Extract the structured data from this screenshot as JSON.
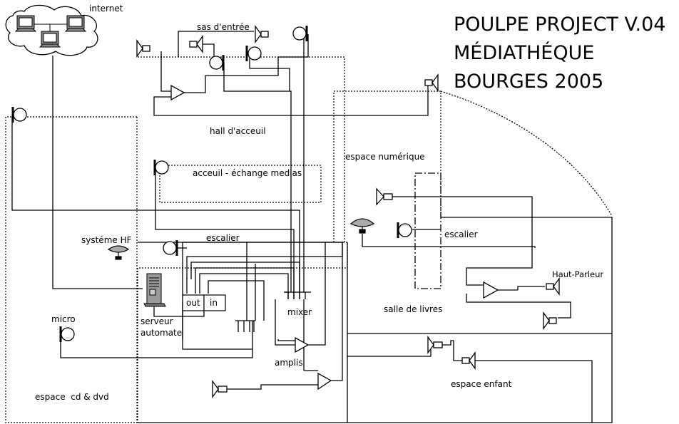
{
  "title": {
    "line1": "POULPE PROJECT V.04",
    "line2": "MÉDIATHÉQUE",
    "line3": "BOURGES 2005"
  },
  "labels": {
    "internet": "internet",
    "sas_entree": "sas d'entrée",
    "hall": "hall d'acceuil",
    "accueil": "acceuil - échange medias",
    "espace_numerique": "espace numérique",
    "escalier_left": "escalier",
    "escalier_right": "escalier",
    "systeme_hf": "systéme HF",
    "serveur": "serveur",
    "automate": "automate",
    "out": "out",
    "in": "in",
    "mixer": "mixer",
    "micro": "micro",
    "amplis": "amplis",
    "salle_livres": "salle de livres",
    "haut_parleur": "Haut-Parleur",
    "espace_enfant": "espace enfant",
    "espace_cd": "espace  cd & dvd"
  }
}
